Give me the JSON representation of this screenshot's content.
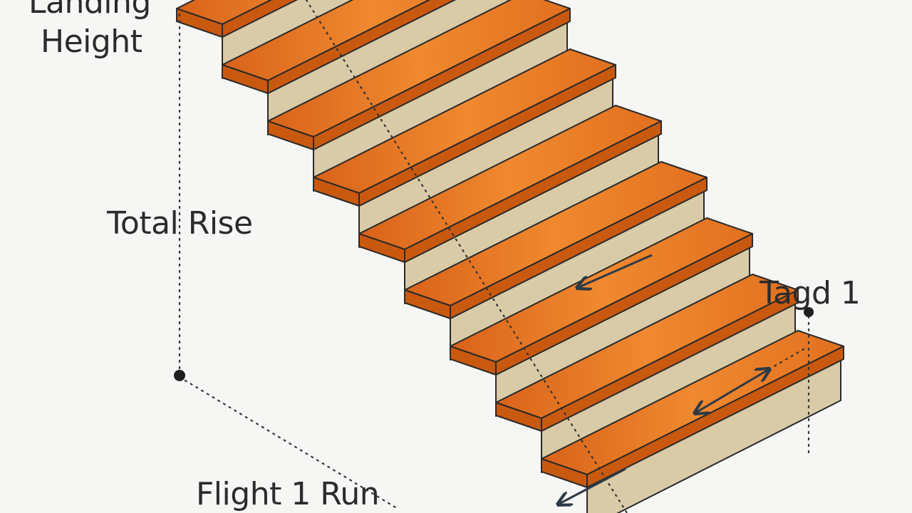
{
  "colors": {
    "background": "#f6f6f4",
    "tread_top": "#e8761f",
    "tread_top_light": "#f08a33",
    "tread_front": "#c9590f",
    "riser": "#d9cba7",
    "riser_shade": "#cbbb93",
    "outline": "#2a2a2a",
    "arrow": "#2e3a46"
  },
  "icons": {
    "dimension_arrow": "double-headed-arrow",
    "end_marker": "dot"
  },
  "labels": {
    "landing_line1": "Landing",
    "landing_line2": "Height",
    "total_rise": "Total Rise",
    "tread_tag": "Tagd 1",
    "flight_run": "Flight 1 Run"
  },
  "staircase": {
    "step_count": 9
  }
}
